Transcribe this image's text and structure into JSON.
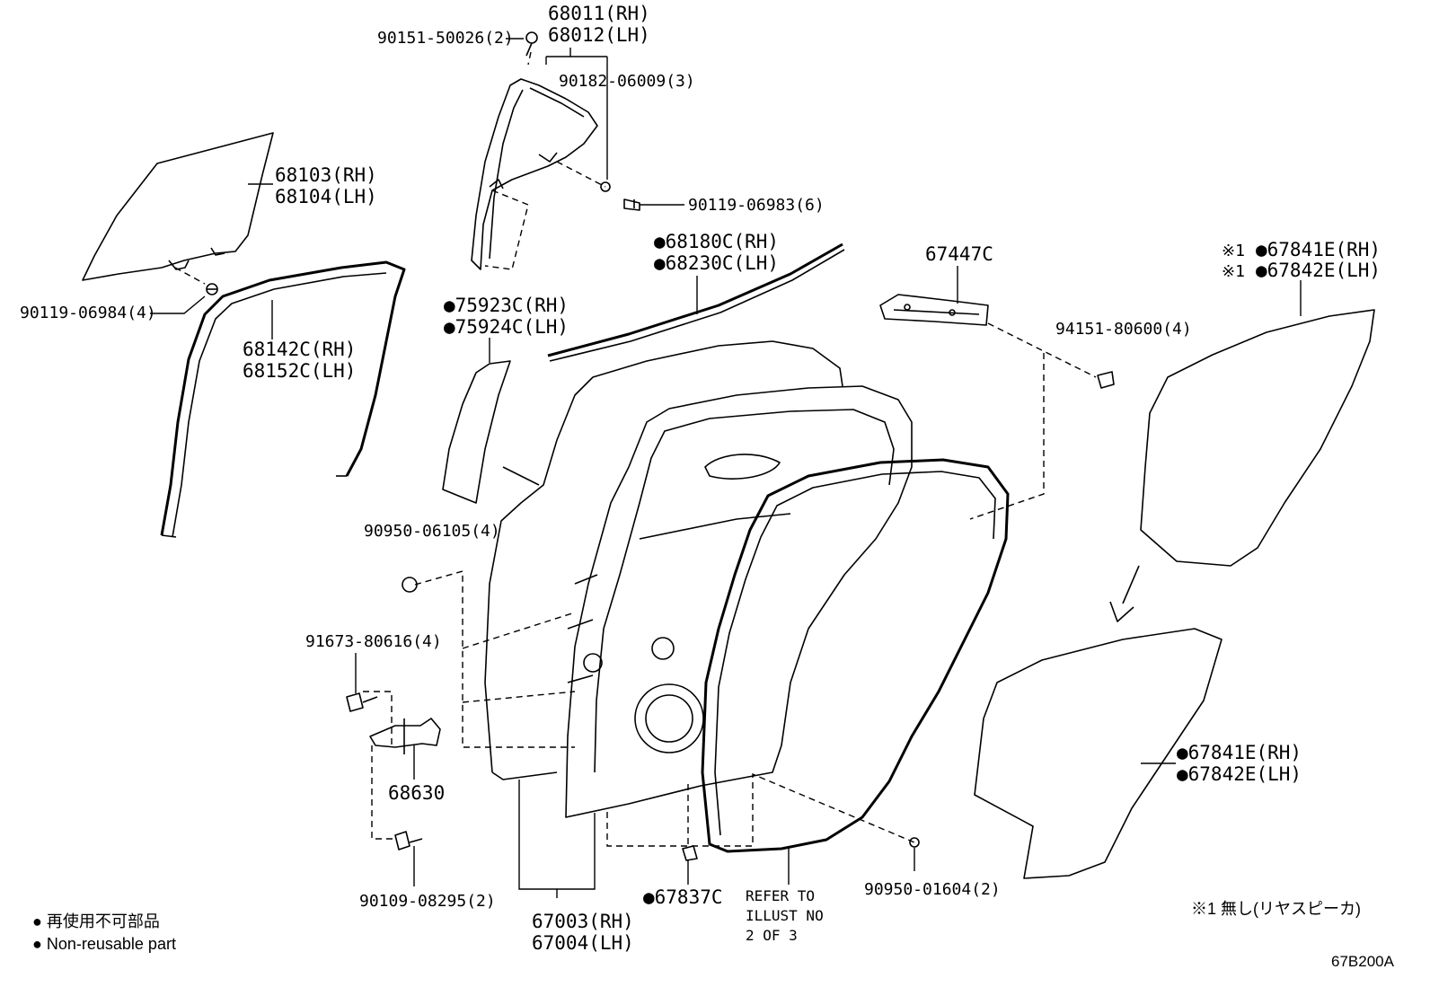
{
  "diagram": {
    "code": "67B200A",
    "parts": {
      "front_frame": {
        "number": "68011(RH)",
        "number2": "68012(LH)"
      },
      "screw_top": {
        "number": "90151-50026(2)"
      },
      "nut_frame": {
        "number": "90182-06009(3)"
      },
      "bolt_frame": {
        "number": "90119-06983(6)"
      },
      "glass": {
        "number": "68103(RH)",
        "number2": "68104(LH)"
      },
      "glass_bolt": {
        "number": "90119-06984(4)"
      },
      "run_channel": {
        "number": "68142C(RH)",
        "number2": "68152C(LH)"
      },
      "pillar_garnish": {
        "number": "●75923C(RH)",
        "number2": "●75924C(LH)"
      },
      "belt_moulding": {
        "number": "●68180C(RH)",
        "number2": "●68230C(LH)"
      },
      "hinge_plate": {
        "number": "67447C"
      },
      "hinge_nut": {
        "number": "94151-80600(4)"
      },
      "cover_top": {
        "mark": "※1",
        "number": "●67841E(RH)",
        "mark2": "※1",
        "number2": "●67842E(LH)"
      },
      "cover_bottom": {
        "number": "●67841E(RH)",
        "number2": "●67842E(LH)"
      },
      "clip_left": {
        "number": "90950-06105(4)"
      },
      "checker_bolt": {
        "number": "91673-80616(4)"
      },
      "checker": {
        "number": "68630"
      },
      "checker_screw": {
        "number": "90109-08295(2)"
      },
      "door_panel": {
        "number": "67003(RH)",
        "number2": "67004(LH)"
      },
      "hole_plug": {
        "number": "●67837C"
      },
      "clip_bottom": {
        "number": "90950-01604(2)"
      },
      "refer": {
        "line1": "REFER TO",
        "line2": "ILLUST NO",
        "line3": "2 OF 3"
      }
    },
    "legend": {
      "jp": "● 再使用不可部品",
      "en": "● Non-reusable part",
      "note": "※1 無し(リヤスピーカ)"
    }
  }
}
